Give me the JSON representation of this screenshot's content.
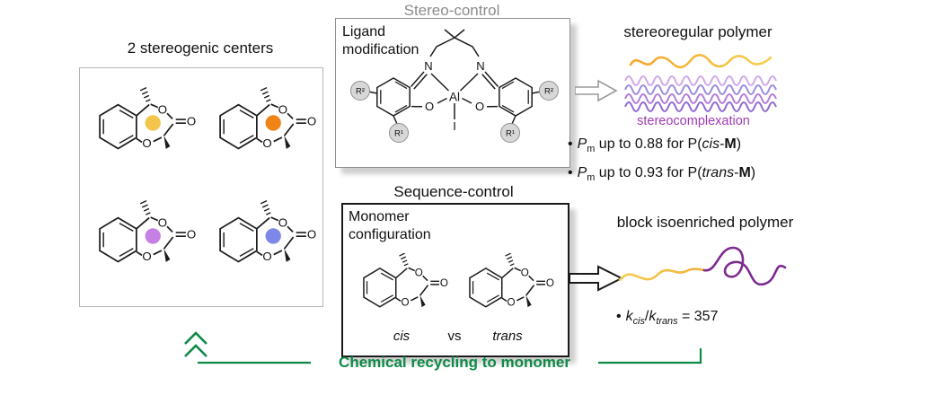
{
  "atoms": {
    "N": "N",
    "Al": "Al",
    "O": "O",
    "I": "I",
    "R1": "R¹",
    "R2": "R²"
  },
  "left_panel": {
    "title": "2 stereogenic centers",
    "monomers": [
      {
        "name": "monomer-top-left",
        "dot_color": "#F2C64B"
      },
      {
        "name": "monomer-top-right",
        "dot_color": "#F08417"
      },
      {
        "name": "monomer-bottom-left",
        "dot_color": "#C67FE3"
      },
      {
        "name": "monomer-bottom-right",
        "dot_color": "#7E88E8"
      }
    ]
  },
  "stereo_panel": {
    "title": "Stereo-control",
    "annotation": "Ligand\nmodification"
  },
  "sequence_panel": {
    "title": "Sequence-control",
    "annotation": "Monomer\nconfiguration",
    "left_label": "cis",
    "vs": "vs",
    "right_label": "trans"
  },
  "outcomes": {
    "stereoregular": {
      "title": "stereoregular polymer",
      "wave_label": "stereocomplexation",
      "wave_label_color": "#A03AB5",
      "orange_wave_colors": [
        "#F6A62E",
        "#F7CE4E"
      ],
      "purple_wave_colors": [
        "#CFA8E8",
        "#9A8CE0",
        "#B57BD8",
        "#8F6ACF"
      ],
      "pm_cis": {
        "marker": "•",
        "p": "P",
        "sub": "m",
        "mid": " up to 0.88 for P(",
        "stereo": "cis",
        "hyphen": "-",
        "monomer": "M",
        "close": ")"
      },
      "pm_trans": {
        "marker": "•",
        "p": "P",
        "sub": "m",
        "mid": " up to 0.93 for P(",
        "stereo": "trans",
        "hyphen": "-",
        "monomer": "M",
        "close": ")"
      }
    },
    "block": {
      "title": "block isoenriched polymer",
      "curve_orange": "#F2B13C",
      "curve_purple": "#7C2B8F",
      "kinetics": {
        "marker": "•",
        "k": "k",
        "sub_cis": "cis",
        "slash": "/",
        "k2": "k",
        "sub_trans": "trans",
        "value": " = 357"
      }
    }
  },
  "recycling": {
    "label": "Chemical recycling to monomer",
    "color": "#0E8A47"
  }
}
